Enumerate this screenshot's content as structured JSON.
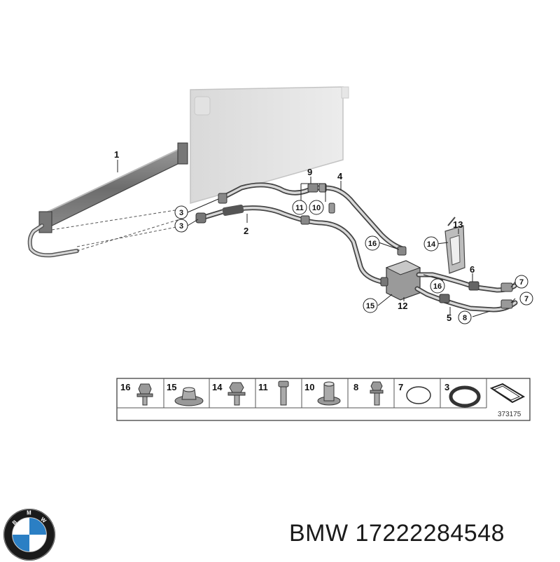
{
  "callouts": {
    "c1": "1",
    "c2": "2",
    "c3a": "3",
    "c3b": "3",
    "c4": "4",
    "c5": "5",
    "c6": "6",
    "c7a": "7",
    "c7b": "7",
    "c8": "8",
    "c9": "9",
    "c10": "10",
    "c11": "11",
    "c12": "12",
    "c13": "13",
    "c14": "14",
    "c15": "15",
    "c16a": "16",
    "c16b": "16"
  },
  "parts_strip": {
    "items": [
      {
        "number": "16",
        "icon": "flange-bolt-icon"
      },
      {
        "number": "15",
        "icon": "flange-nut-icon"
      },
      {
        "number": "14",
        "icon": "hex-bolt-icon"
      },
      {
        "number": "11",
        "icon": "screw-icon"
      },
      {
        "number": "10",
        "icon": "sleeve-nut-icon"
      },
      {
        "number": "8",
        "icon": "hex-screw-icon"
      },
      {
        "number": "7",
        "icon": "o-ring-thin-icon"
      },
      {
        "number": "3",
        "icon": "o-ring-thick-icon"
      },
      {
        "number": "",
        "icon": "hose-clip-icon"
      }
    ],
    "reference_code": "373175"
  },
  "brand": {
    "caption": "BMW 17222284548",
    "logo_text": "BMW",
    "colors": {
      "blue": "#2b7fc4",
      "white": "#ffffff",
      "ring": "#1a1a1a"
    }
  }
}
